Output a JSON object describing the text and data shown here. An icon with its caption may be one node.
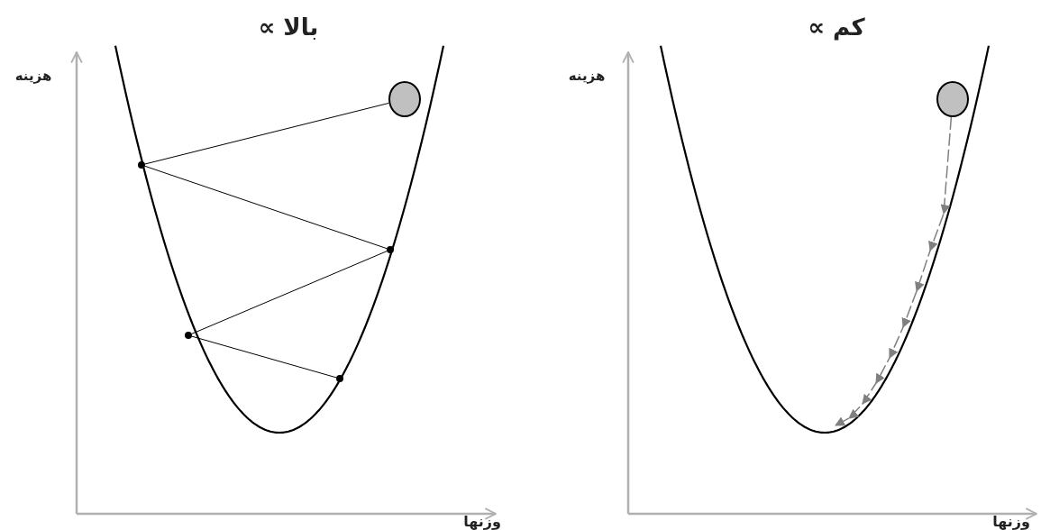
{
  "diagram": {
    "nodes": [
      {
        "text": [],
        "shape": "circle"
      },
      {
        "text": [],
        "shape": "circle"
      },
      {
        "text": [],
        "shape": "circle"
      },
      {
        "text": [],
        "shape": "circle"
      },
      {
        "text": [],
        "shape": "circle"
      },
      {
        "text": [],
        "shape": "circle"
      }
    ],
    "edges": [
      {
        "from": 0,
        "to": 1,
        "arrow": "none"
      },
      {
        "from": 1,
        "to": 2,
        "arrow": "none"
      },
      {
        "from": 2,
        "to": 3,
        "arrow": "none"
      },
      {
        "from": 3,
        "to": 4,
        "arrow": "none"
      },
      {
        "from": 5,
        "to": null,
        "arrow": "to",
        "style": "dashed",
        "color": "#808080"
      }
    ],
    "labels": [
      "بالا ∝",
      "کم ∝",
      "هزینه",
      "هزینه",
      "وزنها",
      "وزنها"
    ]
  }
}
